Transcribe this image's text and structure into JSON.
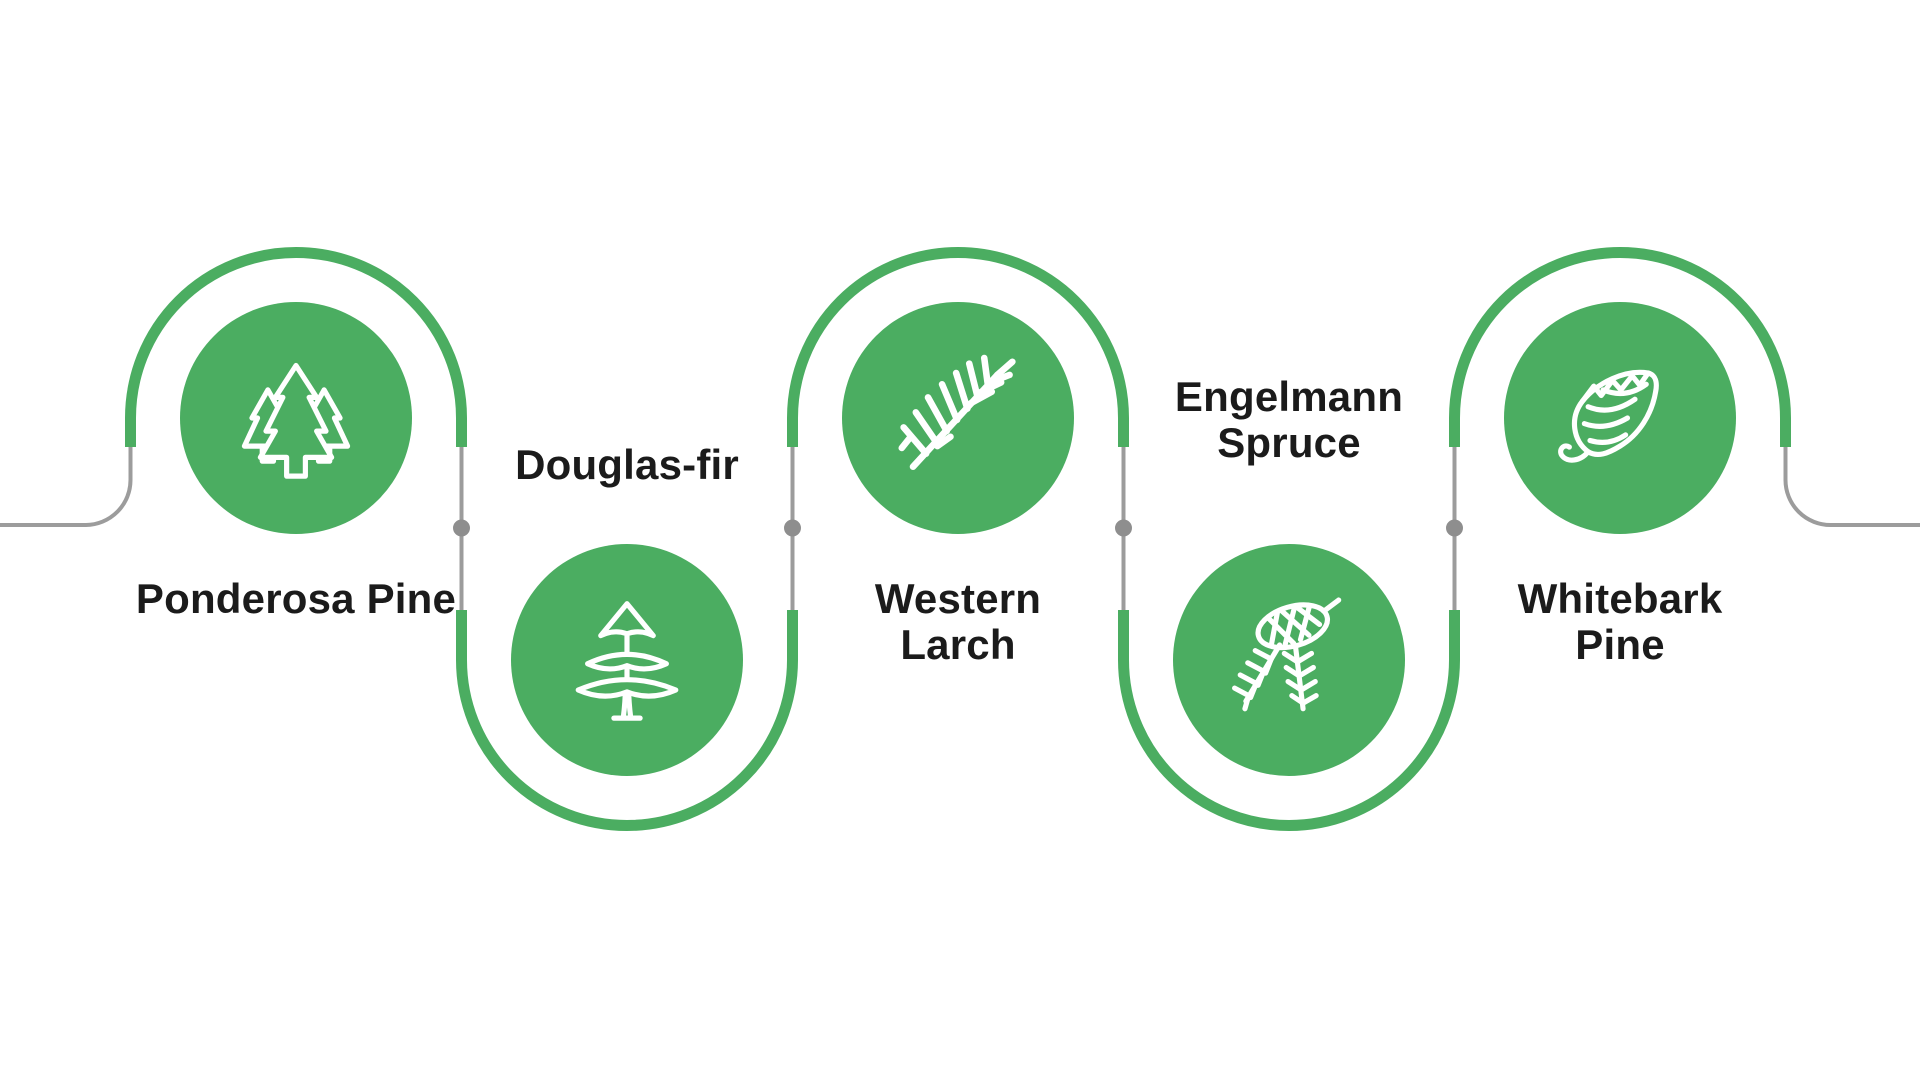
{
  "diagram": {
    "type": "serpentine-timeline",
    "background": "#FFFFFF",
    "colors": {
      "node_green": "#4BAD61",
      "path_green": "#4BAD61",
      "connector_gray": "#9C9C9C",
      "dot_gray": "#8E8E8E",
      "label_text": "#1B1B1B",
      "icon_white": "#FFFFFF"
    },
    "connector_dot_count": 4,
    "nodes": [
      {
        "label": "Ponderosa Pine",
        "lines": [
          "Ponderosa Pine"
        ],
        "icon": "pine-forest-icon",
        "circle_position": "top",
        "label_position": "below"
      },
      {
        "label": "Douglas-fir",
        "lines": [
          "Douglas-fir"
        ],
        "icon": "fir-tree-icon",
        "circle_position": "bottom",
        "label_position": "above"
      },
      {
        "label": "Western Larch",
        "lines": [
          "Western",
          "Larch"
        ],
        "icon": "larch-branch-icon",
        "circle_position": "top",
        "label_position": "below"
      },
      {
        "label": "Engelmann Spruce",
        "lines": [
          "Engelmann",
          "Spruce"
        ],
        "icon": "spruce-cone-icon",
        "circle_position": "bottom",
        "label_position": "above"
      },
      {
        "label": "Whitebark Pine",
        "lines": [
          "Whitebark",
          "Pine"
        ],
        "icon": "whitebark-pine-cone-icon",
        "circle_position": "top",
        "label_position": "below"
      }
    ]
  }
}
